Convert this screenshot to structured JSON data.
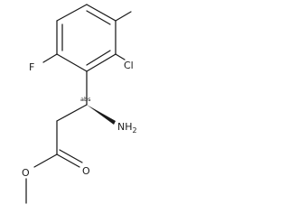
{
  "molecule": {
    "atoms": {
      "fluorine": "F",
      "chlorine": "Cl",
      "amine": "NH",
      "amine_subscript": "2",
      "carbonyl_oxygen": "O",
      "ester_oxygen": "O"
    },
    "stereo_label": "abs"
  }
}
